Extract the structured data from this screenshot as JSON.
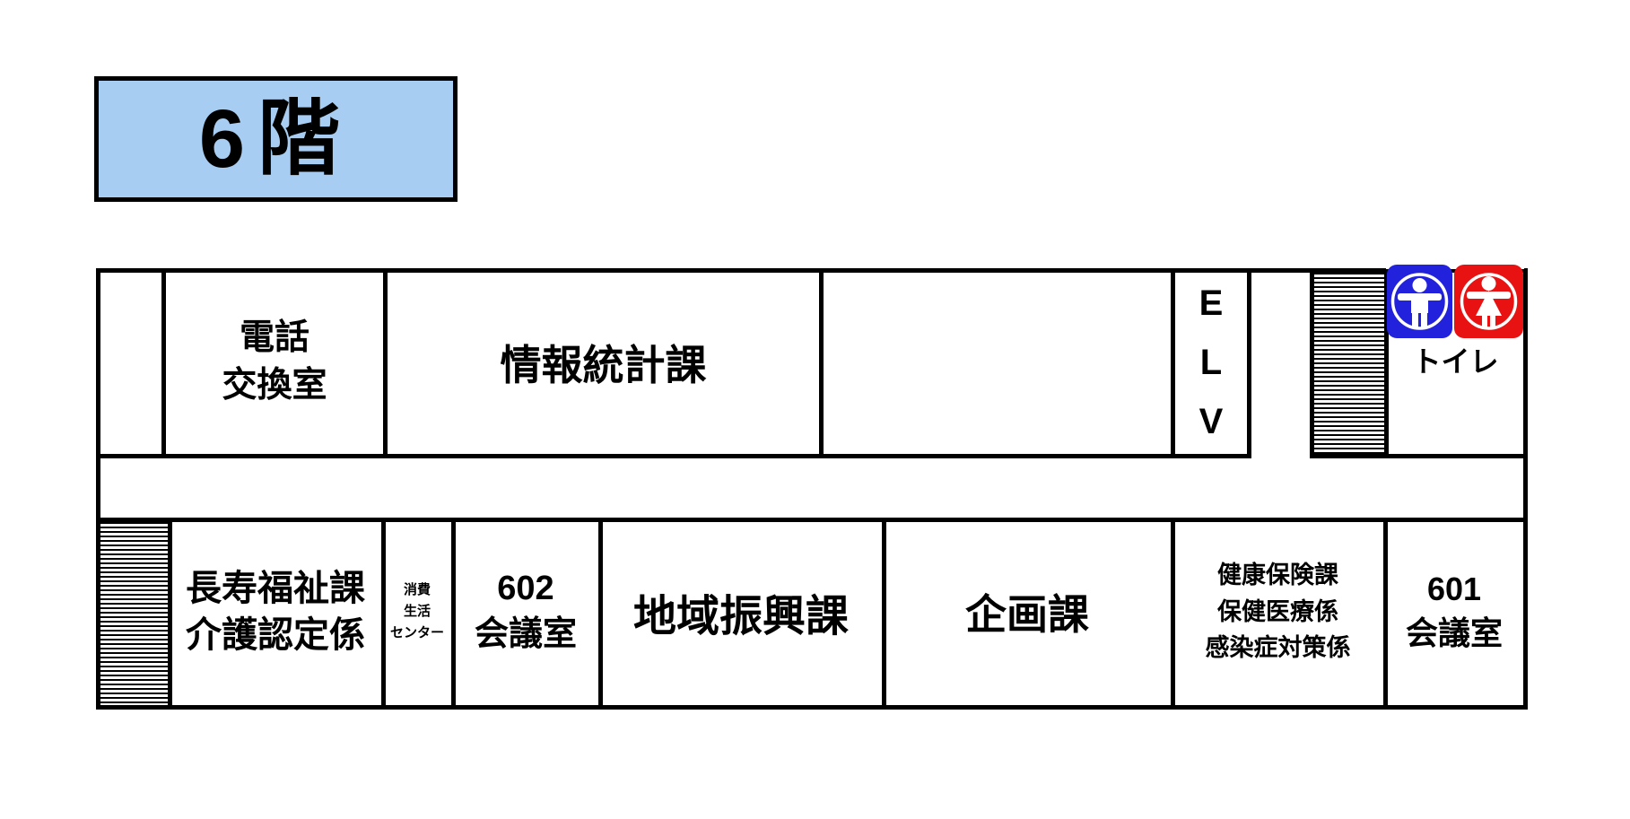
{
  "floor": {
    "title": "6階"
  },
  "top_row": {
    "phone_room": "電話\n交換室",
    "stats_room": "情報統計課",
    "elevator": "E\nL\nV",
    "toilet": "トイレ"
  },
  "bottom_row": {
    "longevity_welfare": "長寿福祉課\n介護認定係",
    "consumer_center": "消費\n生活\nセンター",
    "room_602": "602\n会議室",
    "regional_promotion": "地域振興課",
    "planning": "企画課",
    "health_insurance": "健康保険課\n保健医療係\n感染症対策係",
    "room_601": "601\n会議室"
  },
  "icons": {
    "male": "male-restroom-icon",
    "female": "female-restroom-icon"
  },
  "colors": {
    "floor_label_bg": "#a7cef2",
    "male_icon_bg": "#2222dd",
    "female_icon_bg": "#e81212",
    "wall": "#000000",
    "background": "#ffffff"
  }
}
